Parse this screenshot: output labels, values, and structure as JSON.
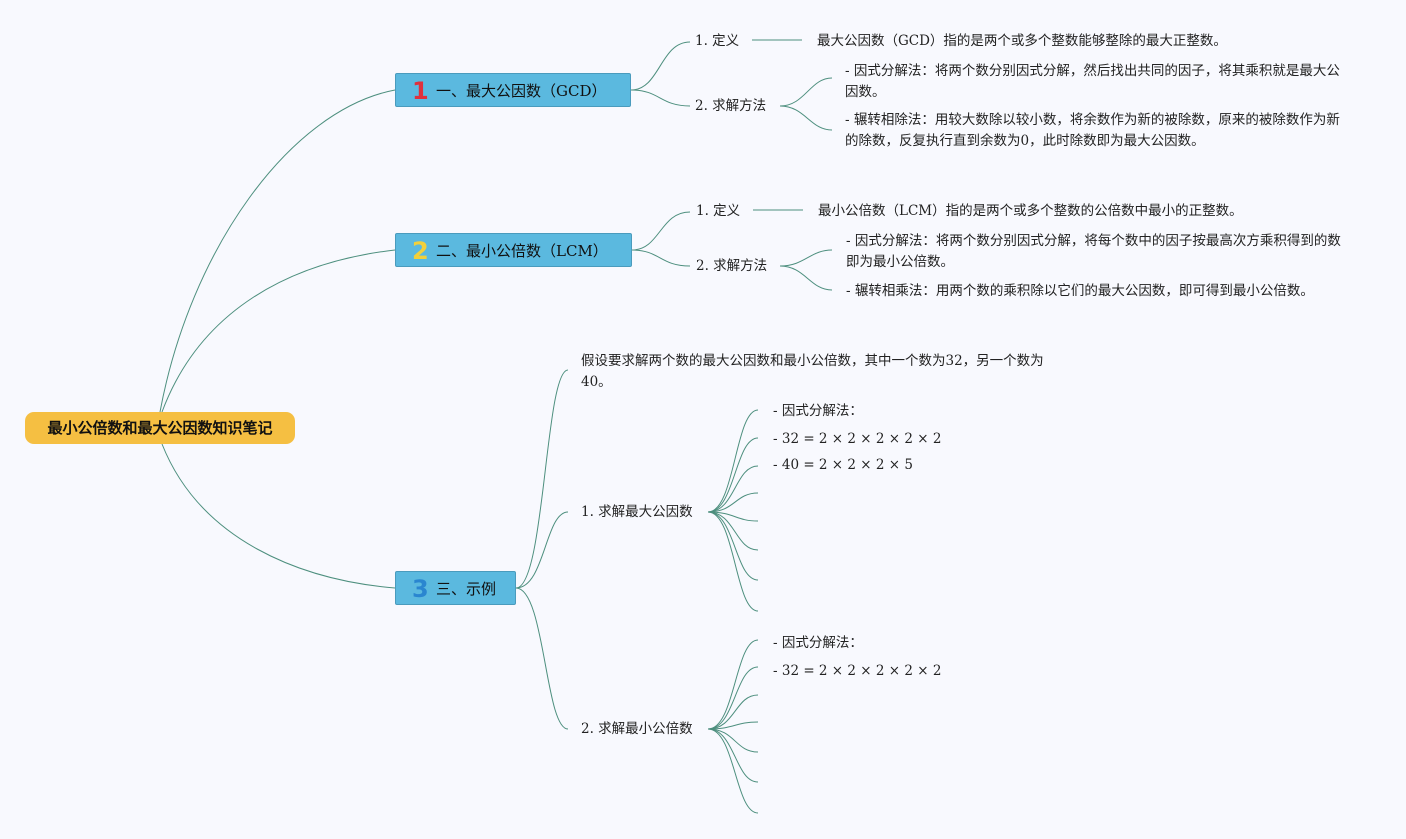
{
  "root": {
    "label": "最小公倍数和最大公因数知识笔记"
  },
  "gcd": {
    "marker": "1",
    "marker_color": "#e0303c",
    "label": "一、最大公因数（GCD）",
    "def_label": "1. 定义",
    "def_text": "最大公因数（GCD）指的是两个或多个整数能够整除的最大正整数。",
    "method_label": "2. 求解方法",
    "method_1": "- 因式分解法：将两个数分别因式分解，然后找出共同的因子，将其乘积就是最大公因数。",
    "method_2": "- 辗转相除法：用较大数除以较小数，将余数作为新的被除数，原来的被除数作为新的除数，反复执行直到余数为0，此时除数即为最大公因数。"
  },
  "lcm": {
    "marker": "2",
    "marker_color": "#f2d03b",
    "label": "二、最小公倍数（LCM）",
    "def_label": "1. 定义",
    "def_text": "最小公倍数（LCM）指的是两个或多个整数的公倍数中最小的正整数。",
    "method_label": "2. 求解方法",
    "method_1": "- 因式分解法：将两个数分别因式分解，将每个数中的因子按最高次方乘积得到的数即为最小公倍数。",
    "method_2": "- 辗转相乘法：用两个数的乘积除以它们的最大公因数，即可得到最小公倍数。"
  },
  "example": {
    "marker": "3",
    "marker_color": "#2a86d0",
    "label": "三、示例",
    "intro": "假设要求解两个数的最大公因数和最小公倍数，其中一个数为32，另一个数为40。",
    "gcd_label": "1. 求解最大公因数",
    "gcd_items": [
      "- 因式分解法：",
      "- 32 = 2 × 2 × 2 × 2 × 2",
      "- 40 = 2 × 2 × 2 × 5"
    ],
    "lcm_label": "2. 求解最小公倍数",
    "lcm_items": [
      "- 因式分解法：",
      "- 32 = 2 × 2 × 2 × 2 × 2"
    ]
  }
}
